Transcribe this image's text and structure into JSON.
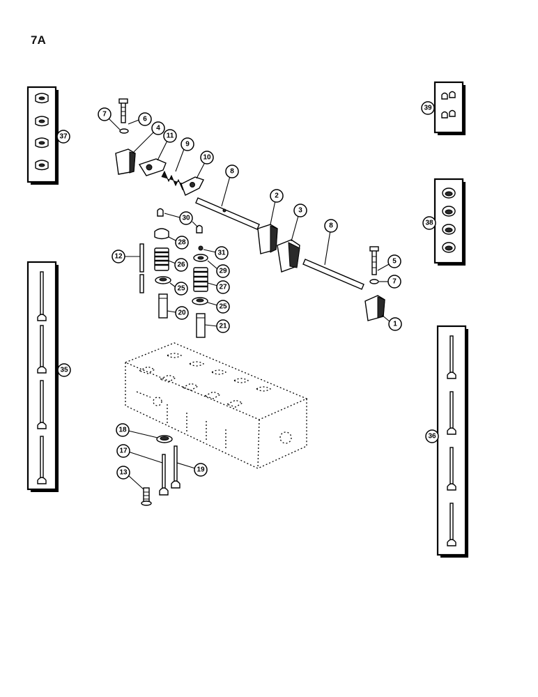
{
  "page_number": "7A",
  "callouts": {
    "c1": "1",
    "c2": "2",
    "c3": "3",
    "c4": "4",
    "c5": "5",
    "c6": "6",
    "c7a": "7",
    "c7b": "7",
    "c8a": "8",
    "c8b": "8",
    "c9": "9",
    "c10": "10",
    "c11": "11",
    "c12": "12",
    "c13": "13",
    "c17": "17",
    "c18": "18",
    "c19": "19",
    "c20": "20",
    "c21": "21",
    "c25a": "25",
    "c25b": "25",
    "c26": "26",
    "c27": "27",
    "c28": "28",
    "c29": "29",
    "c30": "30",
    "c31": "31",
    "c35": "35",
    "c36": "36",
    "c37": "37",
    "c38": "38",
    "c39": "39"
  }
}
